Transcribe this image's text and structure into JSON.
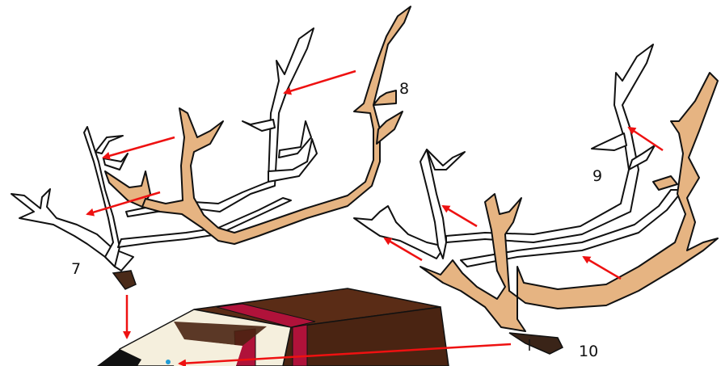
{
  "labels": {
    "part_7": "7",
    "part_8": "8",
    "part_9": "9",
    "part_10": "10"
  },
  "colors": {
    "antler_tan": "#e6b482",
    "antler_white": "#ffffff",
    "outline": "#111111",
    "arrow_red": "#ee1111",
    "head_dark_brown": "#4a2412",
    "head_cream": "#f5efdd",
    "strap_crimson": "#b0123a",
    "base_brown": "#3a2418"
  },
  "icons": {
    "arrow": "red-arrow-icon"
  }
}
